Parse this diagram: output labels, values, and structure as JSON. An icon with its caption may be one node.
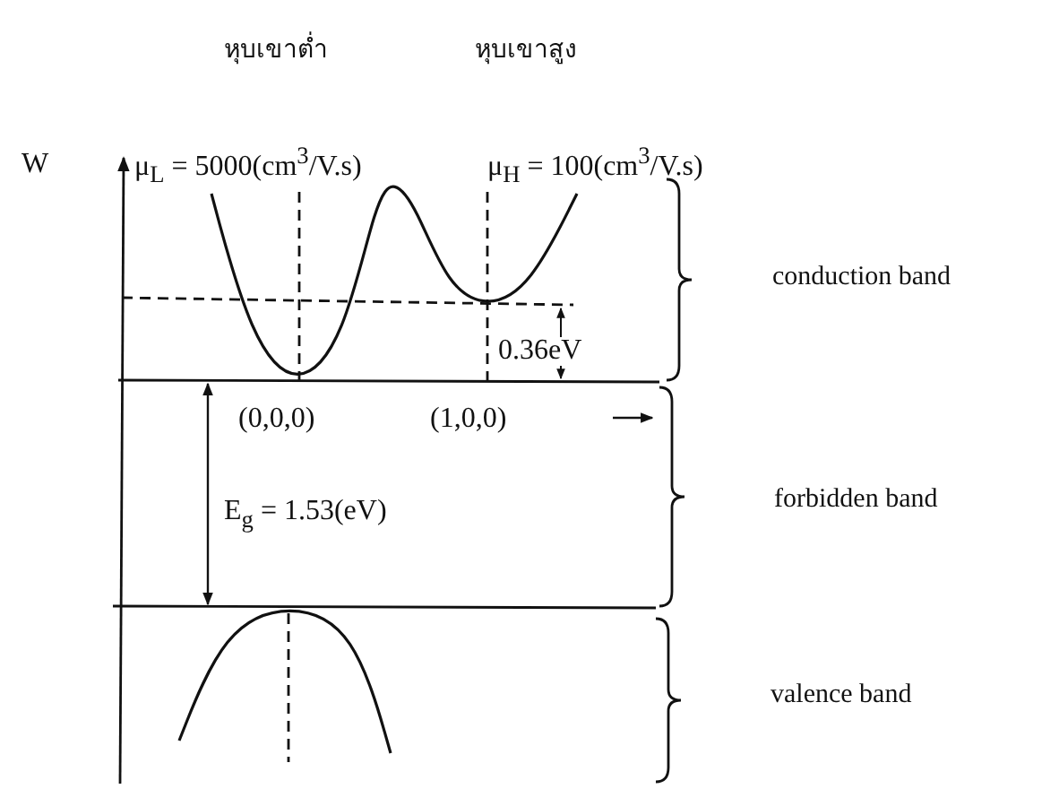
{
  "diagram": {
    "labels": [
      "หุบเขาต่ำ",
      "หุบเขาสูง",
      "W",
      "μ$_{L}$ = 5000(cm$^{3}$/V.s)",
      "μ$_{H}$ = 100(cm$^{3}$/V.s)",
      "conduction band",
      "0.36eV",
      "(0,0,0)",
      "(1,0,0)",
      "E$_{g}$ = 1.53(eV)",
      "forbidden band",
      "valence band"
    ]
  }
}
